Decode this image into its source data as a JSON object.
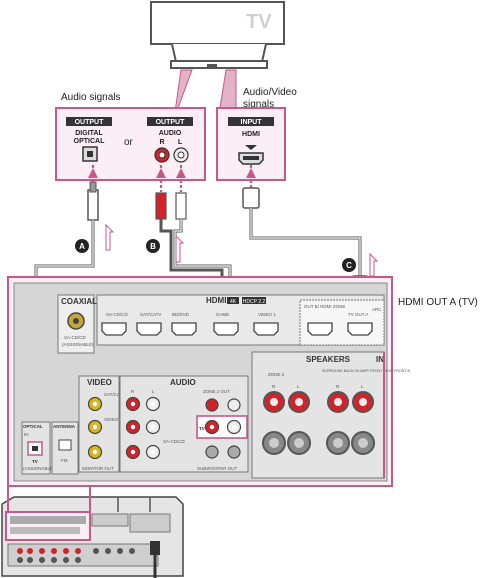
{
  "tv": {
    "label": "TV"
  },
  "left_caption": "Audio signals",
  "right_caption": {
    "line1": "Audio/Video",
    "line2": "signals"
  },
  "or_text": "or",
  "hdmi_out_caption": "HDMI OUT A (TV)",
  "tv_panels": {
    "optical": {
      "header": "OUTPUT",
      "line1": "DIGITAL",
      "line2": "OPTICAL"
    },
    "audio": {
      "header": "OUTPUT",
      "line1": "AUDIO",
      "r": "R",
      "l": "L"
    },
    "hdmi": {
      "header": "INPUT",
      "line1": "HDMI"
    }
  },
  "cables": {
    "a": "A",
    "b": "B",
    "c": "C"
  },
  "receiver": {
    "coaxial": "COAXIAL",
    "coaxial_sub": "SA-CD/CD",
    "coaxial_sub2": "(ASSIGNABLE)",
    "hdmi_header": "HDMI",
    "hdmi_badge1": "4K",
    "hdmi_badge2": "HDCP 2.2",
    "hdmi_inputs": [
      "SA-CD/CD",
      "SAT/CATV",
      "BD/DVD",
      "GAME",
      "VIDEO 1"
    ],
    "hdmi_out_b": "OUT B/ HDMI ZONE",
    "hdmi_out_a": "TV OUT A",
    "hdmi_arc": "ARC",
    "video": "VIDEO",
    "video_sub": "SAT/CATV",
    "video_sub2": "VIDEO 1",
    "monitor_out": "MONITOR OUT",
    "audio": "AUDIO",
    "audio_rl": {
      "r": "R",
      "l": "L"
    },
    "audio_zone2": "ZONE 2 OUT",
    "audio_tv": "TV",
    "audio_sacd": "SA-CD/CD",
    "subwoofer": "SUBWOOFER OUT",
    "optical": "OPTICAL",
    "optical_in": "IN",
    "optical_tv": "TV",
    "optical_assignable": "(ASSIGNABLE)",
    "antenna": "ANTENNA",
    "antenna_fm": "FM",
    "speakers": "SPEAKERS",
    "speakers_cut": "IN",
    "zone2": "ZONE 2",
    "surround": "SURROUND BACK/ BI-AMP/ FRONT HIGH/ FRONT B",
    "spk_r": "R",
    "spk_l": "L"
  },
  "colors": {
    "pink": "#c8588a",
    "pink_light": "#e9c3d6",
    "gray_dark": "#555555",
    "red_jack": "#d2232a"
  }
}
